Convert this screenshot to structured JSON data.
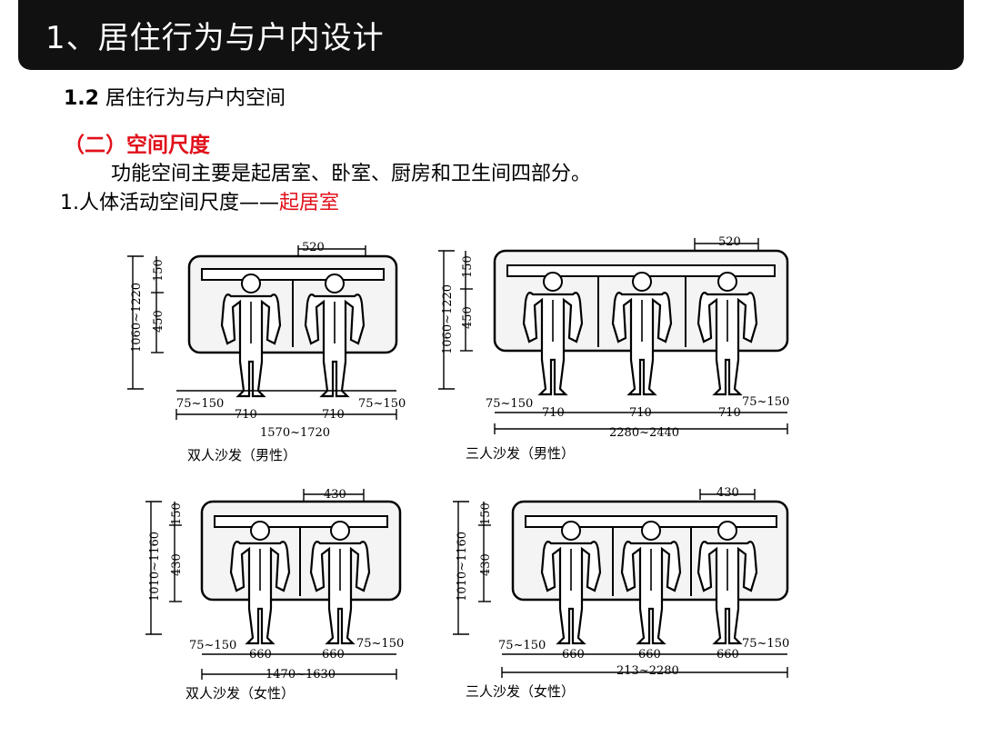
{
  "header": {
    "title": "1、居住行为与户内设计"
  },
  "subtitle": {
    "num": "1.2",
    "text": "居住行为与户内空间"
  },
  "section": {
    "heading": "（二）空间尺度"
  },
  "intro": "功能空间主要是起居室、卧室、厨房和卫生间四部分。",
  "item": {
    "prefix": "1.人体活动空间尺度——",
    "highlight": "起居室"
  },
  "figures": [
    {
      "caption": "双人沙发（男性）",
      "top_dim": "520",
      "depth": "1060~1220",
      "back": "150",
      "seat": "450",
      "side_left": "75~150",
      "side_right": "75~150",
      "unit_a": "710",
      "unit_b": "710",
      "unit_c": "",
      "total": "1570~1720"
    },
    {
      "caption": "三人沙发（男性）",
      "top_dim": "520",
      "depth": "1060~1220",
      "back": "150",
      "seat": "450",
      "side_left": "75~150",
      "side_right": "75~150",
      "unit_a": "710",
      "unit_b": "710",
      "unit_c": "710",
      "total": "2280~2440"
    },
    {
      "caption": "双人沙发（女性）",
      "top_dim": "430",
      "depth": "1010~1160",
      "back": "150",
      "seat": "430",
      "side_left": "75~150",
      "side_right": "75~150",
      "unit_a": "660",
      "unit_b": "660",
      "unit_c": "",
      "total": "1470~1630"
    },
    {
      "caption": "三人沙发（女性）",
      "top_dim": "430",
      "depth": "1010~1160",
      "back": "150",
      "seat": "430",
      "side_left": "75~150",
      "side_right": "75~150",
      "unit_a": "660",
      "unit_b": "660",
      "unit_c": "660",
      "total": "213~2280"
    }
  ]
}
